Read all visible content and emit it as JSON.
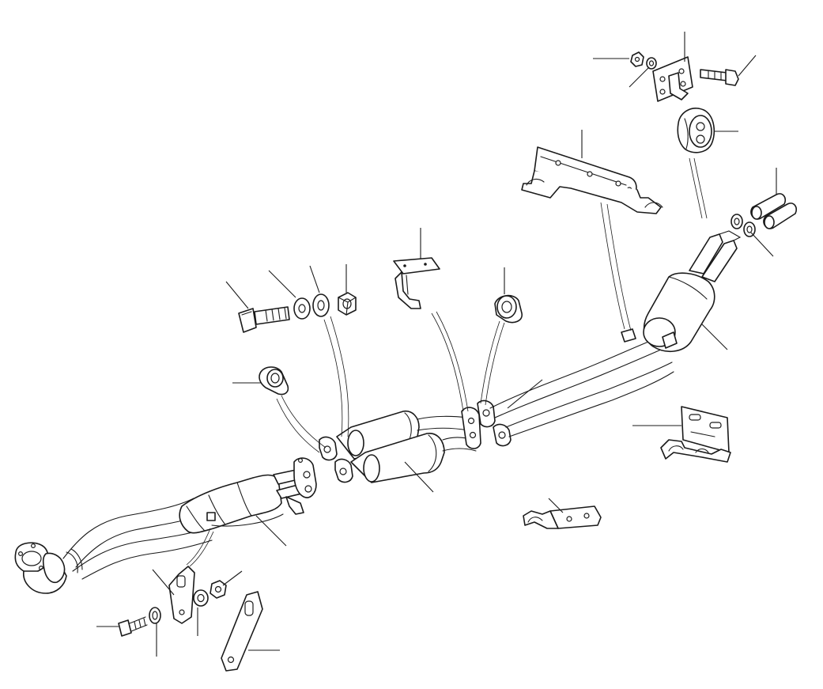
{
  "diagram": {
    "type": "exploded-parts-diagram",
    "subject": "exhaust system",
    "ink_color": "#1a1a1a",
    "background_color": "#ffffff",
    "labels": [],
    "callouts_printed_numbers": false,
    "parts": [
      "front-pipe",
      "catalytic-converter",
      "front-mounting-strap",
      "rear-mounting-strap",
      "bolt-front",
      "washer-front",
      "nut-front",
      "washer-strap",
      "gasket-ring-left",
      "bolt-flange",
      "washer-flange-1",
      "washer-flange-2",
      "nut-flange",
      "intermediate-silencers",
      "center-hanger-bracket",
      "gasket-ring-center",
      "center-clamp-flanges",
      "lower-support-bracket",
      "side-mount-bracket",
      "rear-silencer",
      "rear-hanger-bar",
      "rubber-mount",
      "top-mount-plate",
      "top-nut",
      "top-washer",
      "top-bolt",
      "tail-clamp-rings",
      "tailpipe-sleeves"
    ]
  }
}
